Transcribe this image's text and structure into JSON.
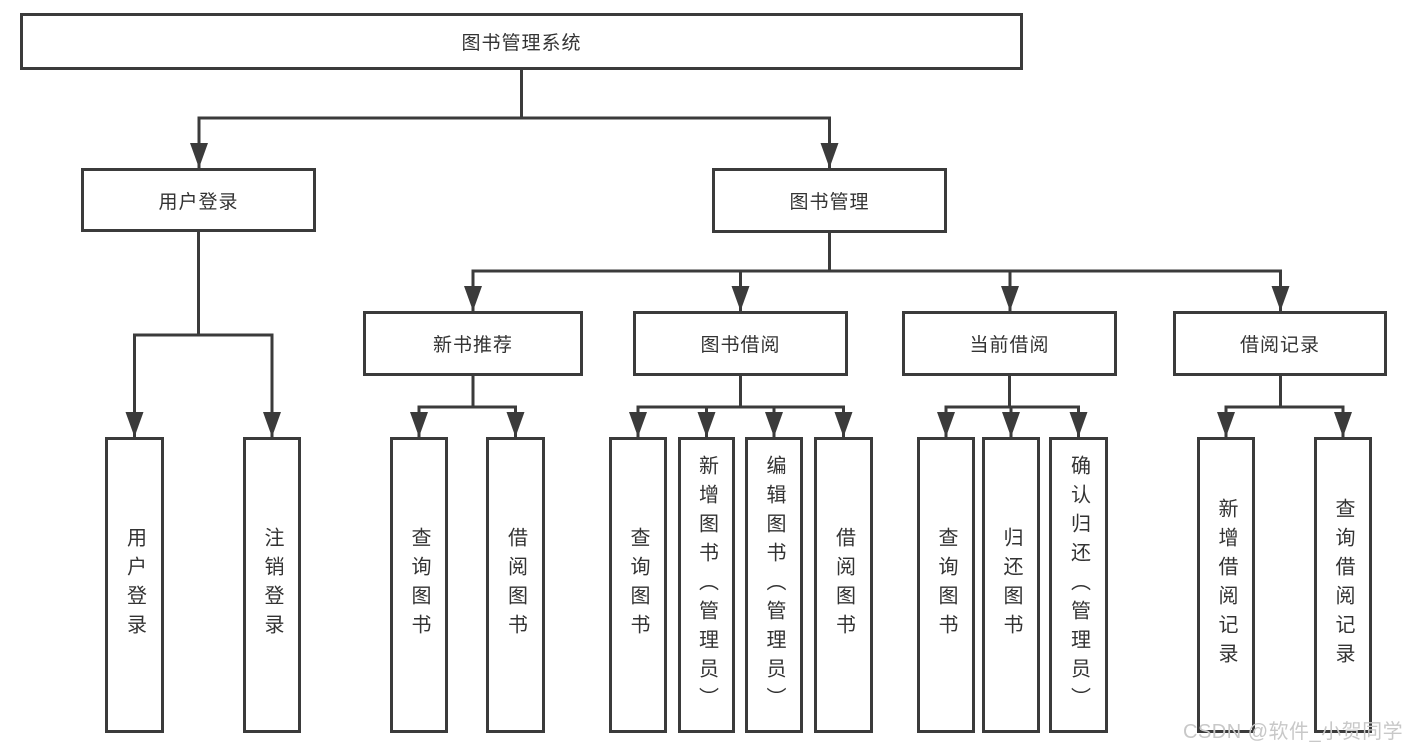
{
  "diagram_title": "图书管理系统",
  "nodes": {
    "root": {
      "label": "图书管理系统"
    },
    "branches": [
      {
        "label": "用户登录",
        "children": [
          {
            "label": "用户登录"
          },
          {
            "label": "注销登录"
          }
        ]
      },
      {
        "label": "图书管理",
        "children": [
          {
            "label": "新书推荐",
            "children": [
              {
                "label": "查询图书"
              },
              {
                "label": "借阅图书"
              }
            ]
          },
          {
            "label": "图书借阅",
            "children": [
              {
                "label": "查询图书"
              },
              {
                "label": "新增图书（管理员）"
              },
              {
                "label": "编辑图书（管理员）"
              },
              {
                "label": "借阅图书"
              }
            ]
          },
          {
            "label": "当前借阅",
            "children": [
              {
                "label": "查询图书"
              },
              {
                "label": "归还图书"
              },
              {
                "label": "确认归还（管理员）"
              }
            ]
          },
          {
            "label": "借阅记录",
            "children": [
              {
                "label": "新增借阅记录"
              },
              {
                "label": "查询借阅记录"
              }
            ]
          }
        ]
      }
    ]
  },
  "watermark": "CSDN @软件_小贺同学",
  "colors": {
    "line": "#3b3b3b",
    "text": "#333333",
    "background": "#ffffff",
    "watermark": "#c8c8c8"
  }
}
